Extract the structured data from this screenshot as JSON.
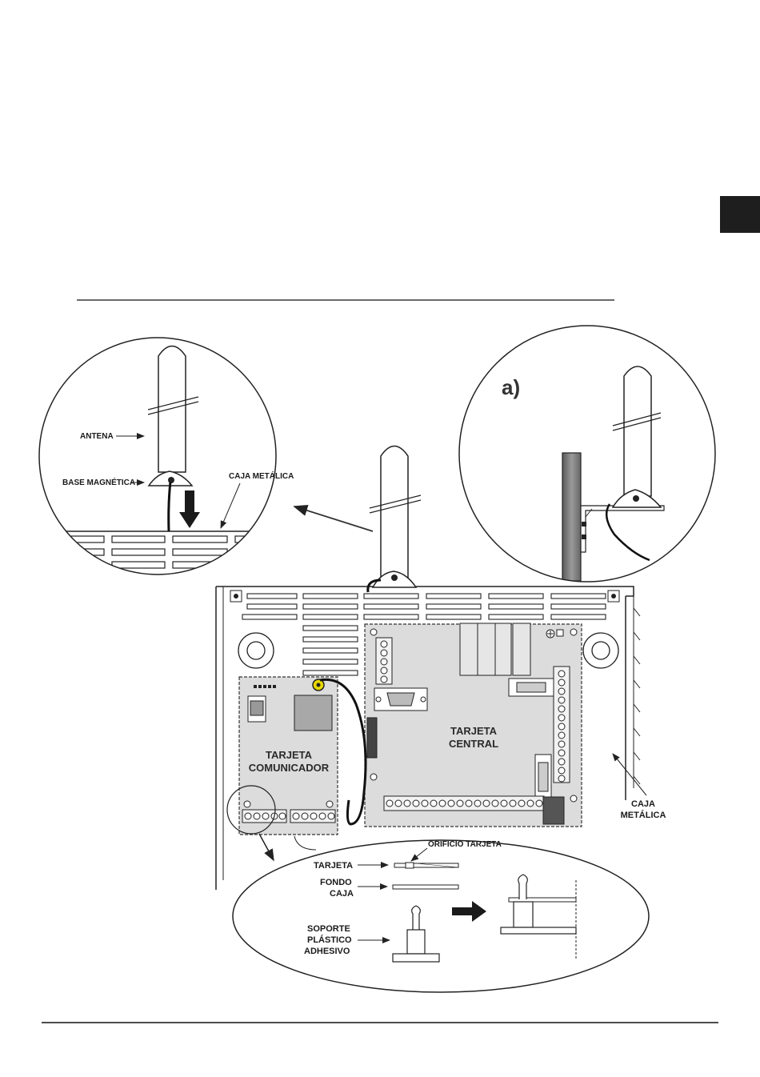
{
  "labels": {
    "antena": "ANTENA",
    "base_magnetica": "BASE MAGNÉTICA",
    "caja_metalica_top": "CAJA METÁLICA",
    "option_a": "a)",
    "tarjeta_central_l1": "TARJETA",
    "tarjeta_central_l2": "CENTRAL",
    "tarjeta_com_l1": "TARJETA",
    "tarjeta_com_l2": "COMUNICADOR",
    "caja_l1": "CAJA",
    "caja_l2": "METÁLICA",
    "orificio": "ORIFICIO TARJETA",
    "tarjeta": "TARJETA",
    "fondo_l1": "FONDO",
    "fondo_l2": "CAJA",
    "soporte_l1": "SOPORTE",
    "soporte_l2": "PLÁSTICO",
    "soporte_l3": "ADHESIVO"
  },
  "colors": {
    "board": "#dcdcdc",
    "dark": "#2a2a2a",
    "tab": "#1e1e1e",
    "connector_yellow": "#e8d800",
    "pole": "#7a7a7a"
  }
}
